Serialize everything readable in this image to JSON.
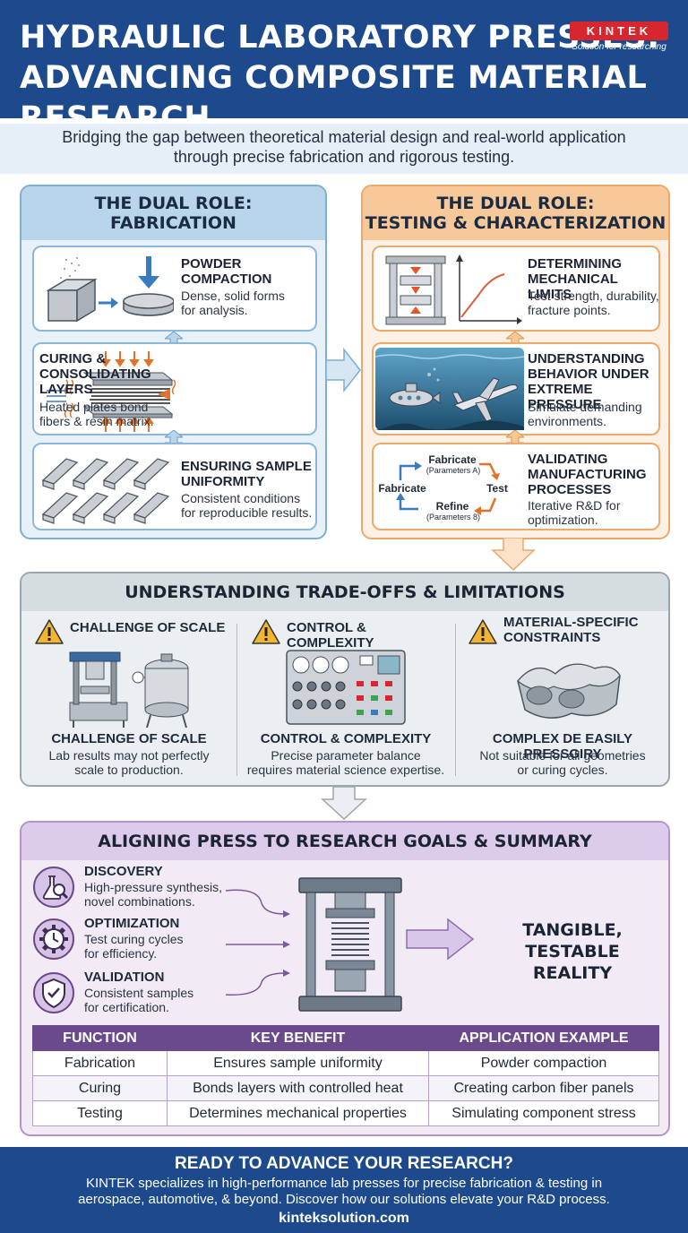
{
  "header": {
    "title_line1": "HYDRAULIC LABORATORY PRESSES:",
    "title_line2": "ADVANCING COMPOSITE MATERIAL RESEARCH",
    "logo_word": "KINTEK",
    "logo_tagline": "Solution for researching",
    "subtitle_line1": "Bridging the gap between theoretical material design and real-world application",
    "subtitle_line2": "through precise fabrication and rigorous testing."
  },
  "fabrication": {
    "title_line1": "THE DUAL ROLE:",
    "title_line2": "FABRICATION",
    "cards": [
      {
        "title": [
          "POWDER",
          "COMPACTION"
        ],
        "desc": [
          "Dense, solid forms",
          "for analysis."
        ],
        "icon": "powder-press-icon"
      },
      {
        "title": [
          "CURING &",
          "CONSOLIDATING",
          "LAYERS"
        ],
        "desc": [
          "Heated plates bond",
          "fibers & resin matrix."
        ],
        "icon": "heated-layers-icon"
      },
      {
        "title": [
          "ENSURING SAMPLE",
          "UNIFORMITY"
        ],
        "desc": [
          "Consistent conditions",
          "for reproducible results."
        ],
        "icon": "sample-bars-icon"
      }
    ]
  },
  "testing": {
    "title_line1": "THE DUAL ROLE:",
    "title_line2": "TESTING & CHARACTERIZATION",
    "cards": [
      {
        "title": [
          "DETERMINING",
          "MECHANICAL LIMITS"
        ],
        "desc": [
          "Test strength, durability,",
          "fracture points."
        ],
        "icon": "stress-curve-icon"
      },
      {
        "title": [
          "UNDERSTANDING",
          "BEHAVIOR UNDER",
          "EXTREME PRESSURE"
        ],
        "desc": [
          "Simulate demanding",
          "environments."
        ],
        "icon": "submarine-plane-icon"
      },
      {
        "title": [
          "VALIDATING",
          "MANUFACTURING",
          "PROCESSES"
        ],
        "desc": [
          "Iterative R&D for",
          "optimization."
        ],
        "icon": "cycle-icon"
      }
    ],
    "cycle": {
      "top": "Fabricate",
      "top_sub": "(Parameters A)",
      "left": "Fabricate",
      "right": "Test",
      "bottom": "Refine",
      "bottom_sub": "(Parameters 8)"
    }
  },
  "tradeoffs": {
    "title": "UNDERSTANDING TRADE-OFFS & LIMITATIONS",
    "columns": [
      {
        "title": [
          "CHALLENGE OF SCALE"
        ],
        "sub": "CHALLENGE OF SCALE",
        "desc": [
          "Lab results may not perfectly",
          "scale to production."
        ]
      },
      {
        "title": [
          "CONTROL & COMPLEXITY"
        ],
        "sub": "CONTROL & COMPLEXITY",
        "desc": [
          "Precise parameter balance",
          "requires material science expertise."
        ]
      },
      {
        "title": [
          "MATERIAL-SPECIFIC",
          "CONSTRAINTS"
        ],
        "sub": "COMPLEX DE EASILY PRESSGIRY",
        "desc": [
          "Not suitable for all geometries",
          "or curing cycles."
        ]
      }
    ]
  },
  "align": {
    "title": "ALIGNING PRESS TO RESEARCH GOALS & SUMMARY",
    "goals": [
      {
        "title": "DISCOVERY",
        "desc": [
          "High-pressure synthesis,",
          "novel combinations."
        ],
        "icon": "flask-magnifier-icon"
      },
      {
        "title": "OPTIMIZATION",
        "desc": [
          "Test curing cycles",
          "for efficiency."
        ],
        "icon": "gear-clock-icon"
      },
      {
        "title": "VALIDATION",
        "desc": [
          "Consistent samples",
          "for certification."
        ],
        "icon": "shield-check-icon"
      }
    ],
    "outcome_line1": "TANGIBLE, TESTABLE",
    "outcome_line2": "REALITY",
    "table": {
      "headers": [
        "FUNCTION",
        "KEY BENEFIT",
        "APPLICATION EXAMPLE"
      ],
      "rows": [
        [
          "Fabrication",
          "Ensures sample uniformity",
          "Powder compaction"
        ],
        [
          "Curing",
          "Bonds layers with controlled heat",
          "Creating carbon fiber panels"
        ],
        [
          "Testing",
          "Determines mechanical properties",
          "Simulating component stress"
        ]
      ]
    }
  },
  "footer": {
    "title": "READY TO ADVANCE YOUR RESEARCH?",
    "body_line1": "KINTEK specializes in high-performance lab presses for precise fabrication & testing in",
    "body_line2": "aerospace, automotive, & beyond. Discover how our solutions elevate your R&D process.",
    "url": "kinteksolution.com"
  },
  "colors": {
    "brand_blue": "#1c4a8c",
    "fabrication_blue": "#7faed0",
    "testing_orange": "#eca86a",
    "tradeoff_grey": "#9aa6ae",
    "align_purple": "#6b4a8c",
    "logo_red": "#d7262e",
    "warning_yellow": "#f2b431"
  }
}
